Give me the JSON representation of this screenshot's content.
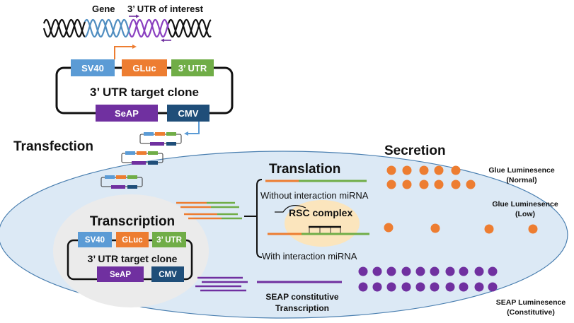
{
  "colors": {
    "sv40": "#5b9bd5",
    "gluc": "#ed7d31",
    "utr": "#70ad47",
    "seap": "#7030a0",
    "cmv": "#1f4e79",
    "cell_fill": "#dce9f5",
    "cell_stroke": "#4a7fb0",
    "nucleus_fill": "#ebebeb",
    "rsc_fill": "#fbe5bd",
    "dna_black": "#111111",
    "dna_blue": "#4f8dc0",
    "dna_purple": "#8a3fc0"
  },
  "header": {
    "gene_label": "Gene",
    "utr_label": "3’ UTR of interest"
  },
  "plasmid_top": {
    "sv40": "SV40",
    "gluc": "GLuc",
    "utr": "3’ UTR",
    "title": "3’ UTR target clone",
    "seap": "SeAP",
    "cmv": "CMV"
  },
  "plasmid_nucleus": {
    "sv40": "SV40",
    "gluc": "GLuc",
    "utr": "3’ UTR",
    "title": "3’ UTR target clone",
    "seap": "SeAP",
    "cmv": "CMV"
  },
  "stages": {
    "transfection": "Transfection",
    "transcription": "Transcription",
    "translation": "Translation",
    "secretion": "Secretion"
  },
  "translation": {
    "without": "Without interaction miRNA",
    "rsc": "RSC complex",
    "with": "With interaction miRNA"
  },
  "seap_transcription": {
    "line1": "SEAP constitutive",
    "line2": "Transcription"
  },
  "outputs": {
    "glue_normal_line1": "Glue Luminesence",
    "glue_normal_line2": "(Normal)",
    "glue_low_line1": "Glue Luminesence",
    "glue_low_line2": "(Low)",
    "seap_line1": "SEAP Luminesence",
    "seap_line2": "(Constitutive)"
  },
  "counts": {
    "glue_normal_dots": 11,
    "glue_low_dots": 4,
    "seap_dots": 20,
    "small_plasmids": 3,
    "gluc_mrna_strands": 4,
    "seap_mrna_strands": 4
  }
}
